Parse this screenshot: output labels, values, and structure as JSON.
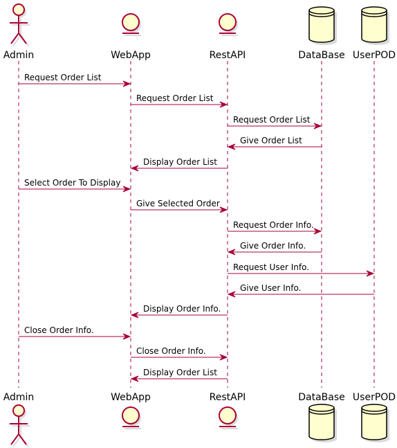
{
  "participants": [
    {
      "id": "admin",
      "label": "Admin",
      "kind": "actor"
    },
    {
      "id": "webapp",
      "label": "WebApp",
      "kind": "entity"
    },
    {
      "id": "restapi",
      "label": "RestAPI",
      "kind": "entity"
    },
    {
      "id": "database",
      "label": "DataBase",
      "kind": "database"
    },
    {
      "id": "userpod",
      "label": "UserPOD",
      "kind": "database"
    }
  ],
  "messages": [
    {
      "from": "admin",
      "to": "webapp",
      "label": "Request Order List"
    },
    {
      "from": "webapp",
      "to": "restapi",
      "label": "Request Order List"
    },
    {
      "from": "restapi",
      "to": "database",
      "label": "Request Order List"
    },
    {
      "from": "database",
      "to": "restapi",
      "label": "Give Order List"
    },
    {
      "from": "restapi",
      "to": "webapp",
      "label": "Display Order List"
    },
    {
      "from": "admin",
      "to": "webapp",
      "label": "Select Order To Display"
    },
    {
      "from": "webapp",
      "to": "restapi",
      "label": "Give Selected Order"
    },
    {
      "from": "restapi",
      "to": "database",
      "label": "Request Order Info."
    },
    {
      "from": "database",
      "to": "restapi",
      "label": "Give Order Info."
    },
    {
      "from": "restapi",
      "to": "userpod",
      "label": "Request User Info."
    },
    {
      "from": "userpod",
      "to": "restapi",
      "label": "Give User Info."
    },
    {
      "from": "restapi",
      "to": "webapp",
      "label": "Display Order Info."
    },
    {
      "from": "admin",
      "to": "webapp",
      "label": "Close Order Info."
    },
    {
      "from": "webapp",
      "to": "restapi",
      "label": "Close Order Info."
    },
    {
      "from": "restapi",
      "to": "webapp",
      "label": "Display Order List"
    }
  ],
  "colors": {
    "line": "#A80036",
    "fill": "#FEFECE",
    "text": "#000000"
  }
}
